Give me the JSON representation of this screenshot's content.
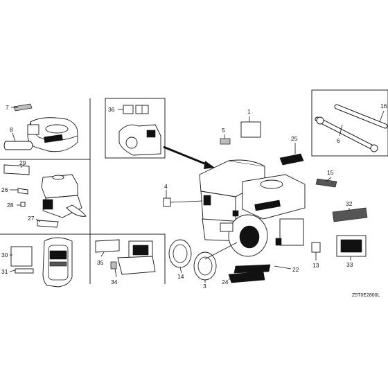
{
  "diagram_code": "Z5T0E2800L",
  "callouts": {
    "c1": "1",
    "c3": "3",
    "c4": "4",
    "c5": "5",
    "c6": "6",
    "c7": "7",
    "c8": "8",
    "c13": "13",
    "c14": "14",
    "c15": "15",
    "c16": "16",
    "c22": "22",
    "c24": "24",
    "c25": "25",
    "c26": "26",
    "c27": "27",
    "c28": "28",
    "c29": "29",
    "c30": "30",
    "c31": "31",
    "c32": "32",
    "c33": "33",
    "c34": "34",
    "c35": "35",
    "c36": "36"
  },
  "icons": [
    "engine-assembly-icon",
    "air-cleaner-icon",
    "fuel-tank-icon",
    "tool-wrench-icon",
    "operator-manual-icon"
  ]
}
